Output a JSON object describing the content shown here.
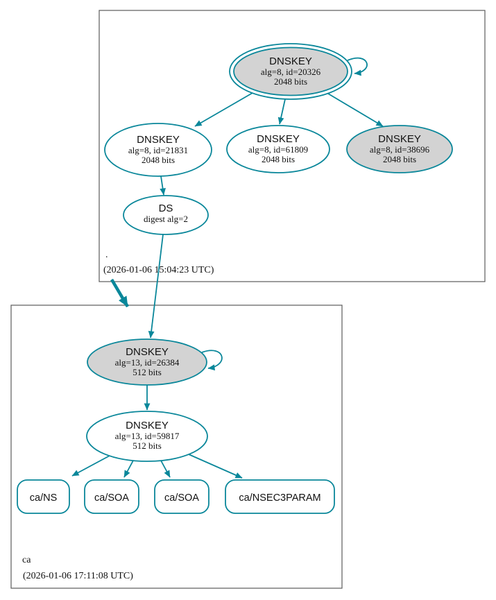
{
  "colors": {
    "edge_teal": "#0a879a",
    "node_gray_fill": "#d3d3d3",
    "box_border": "#5a5a5a"
  },
  "root_zone": {
    "label": ".",
    "timestamp": "(2026-01-06 15:04:23 UTC)",
    "nodes": {
      "ksk": {
        "title": "DNSKEY",
        "detail": "alg=8, id=20326",
        "bits": "2048 bits"
      },
      "zsk": {
        "title": "DNSKEY",
        "detail": "alg=8, id=21831",
        "bits": "2048 bits"
      },
      "key61809": {
        "title": "DNSKEY",
        "detail": "alg=8, id=61809",
        "bits": "2048 bits"
      },
      "key38696": {
        "title": "DNSKEY",
        "detail": "alg=8, id=38696",
        "bits": "2048 bits"
      },
      "ds": {
        "title": "DS",
        "detail": "digest alg=2"
      }
    }
  },
  "ca_zone": {
    "label": "ca",
    "timestamp": "(2026-01-06 17:11:08 UTC)",
    "nodes": {
      "ksk": {
        "title": "DNSKEY",
        "detail": "alg=13, id=26384",
        "bits": "512 bits"
      },
      "zsk": {
        "title": "DNSKEY",
        "detail": "alg=13, id=59817",
        "bits": "512 bits"
      },
      "rrsets": [
        {
          "label": "ca/NS"
        },
        {
          "label": "ca/SOA"
        },
        {
          "label": "ca/SOA"
        },
        {
          "label": "ca/NSEC3PARAM"
        }
      ]
    }
  }
}
